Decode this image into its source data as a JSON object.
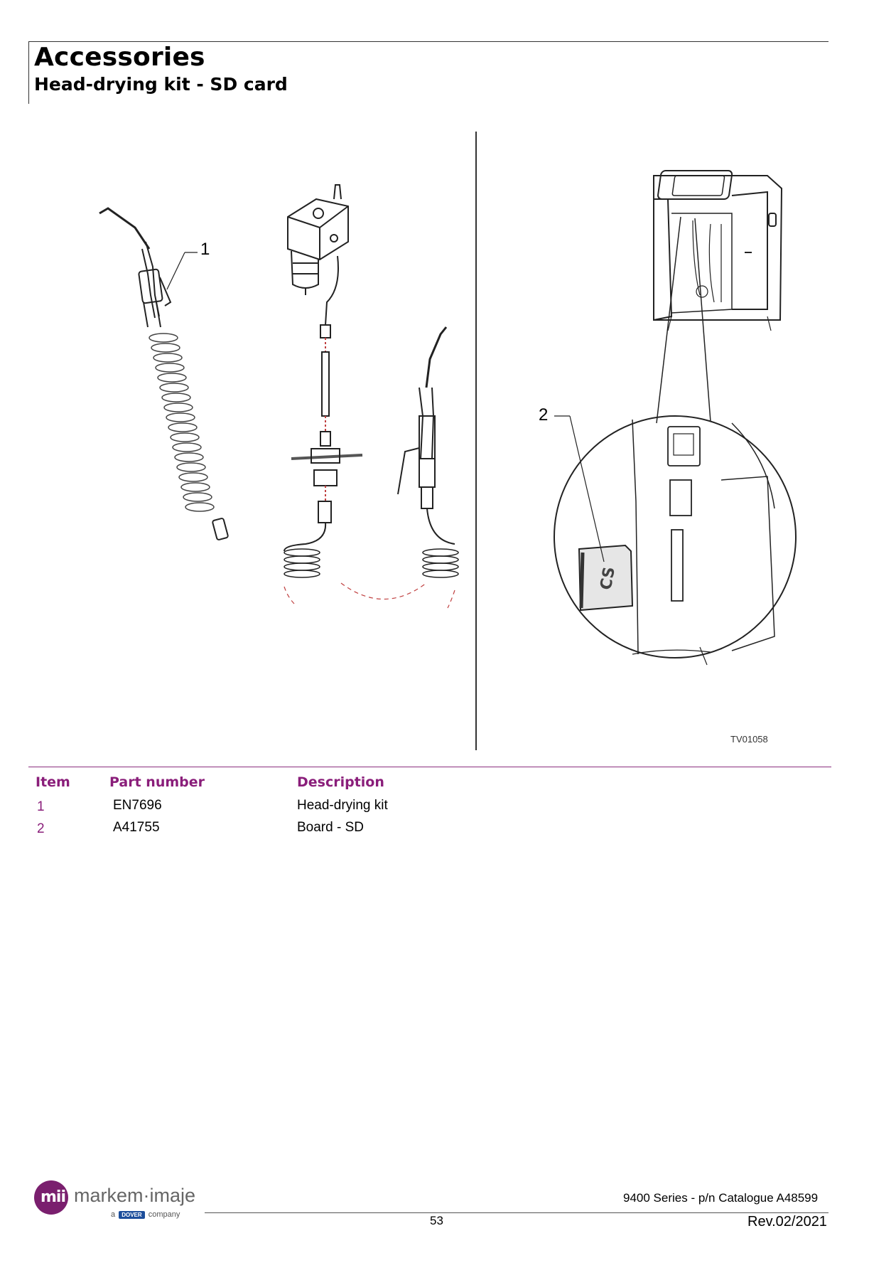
{
  "header": {
    "title": "Accessories",
    "subtitle": "Head-drying kit - SD card"
  },
  "figure": {
    "callouts": [
      "1",
      "2"
    ],
    "reference": "TV01058"
  },
  "parts_table": {
    "headers": {
      "item": "Item",
      "part_number": "Part number",
      "description": "Description"
    },
    "rows": [
      {
        "item": "1",
        "part_number": "EN7696",
        "description": "Head-drying kit"
      },
      {
        "item": "2",
        "part_number": "A41755",
        "description": "Board - SD"
      }
    ]
  },
  "footer": {
    "document": "9400 Series - p/n Catalogue A48599",
    "page": "53",
    "revision": "Rev.02/2021",
    "logo": {
      "mark": "mii",
      "name": "markem·imaje",
      "tag_prefix": "a",
      "tag_brand": "DOVER",
      "tag_suffix": "company"
    }
  },
  "colors": {
    "accent": "#8a1e7a",
    "logo": "#7a1f6e",
    "dover": "#1d4e9b"
  }
}
